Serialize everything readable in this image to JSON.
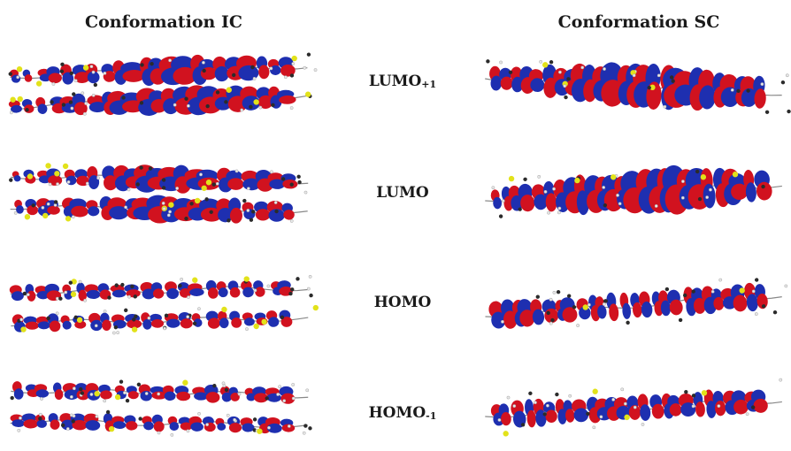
{
  "columns": [
    {
      "title": "Conformation IC"
    },
    {
      "title": "Conformation SC"
    }
  ],
  "rows": [
    {
      "label_main": "LUMO",
      "label_sub": "+1"
    },
    {
      "label_main": "LUMO",
      "label_sub": ""
    },
    {
      "label_main": "HOMO",
      "label_sub": ""
    },
    {
      "label_main": "HOMO",
      "label_sub": "-1"
    }
  ],
  "colors": {
    "orbital_positive": "#d1121f",
    "orbital_negative": "#1e2fb0",
    "sulfur": "#e2e21a",
    "carbon": "#2b2b2b",
    "hydrogen": "#e8e8e8",
    "bond": "#888888"
  }
}
